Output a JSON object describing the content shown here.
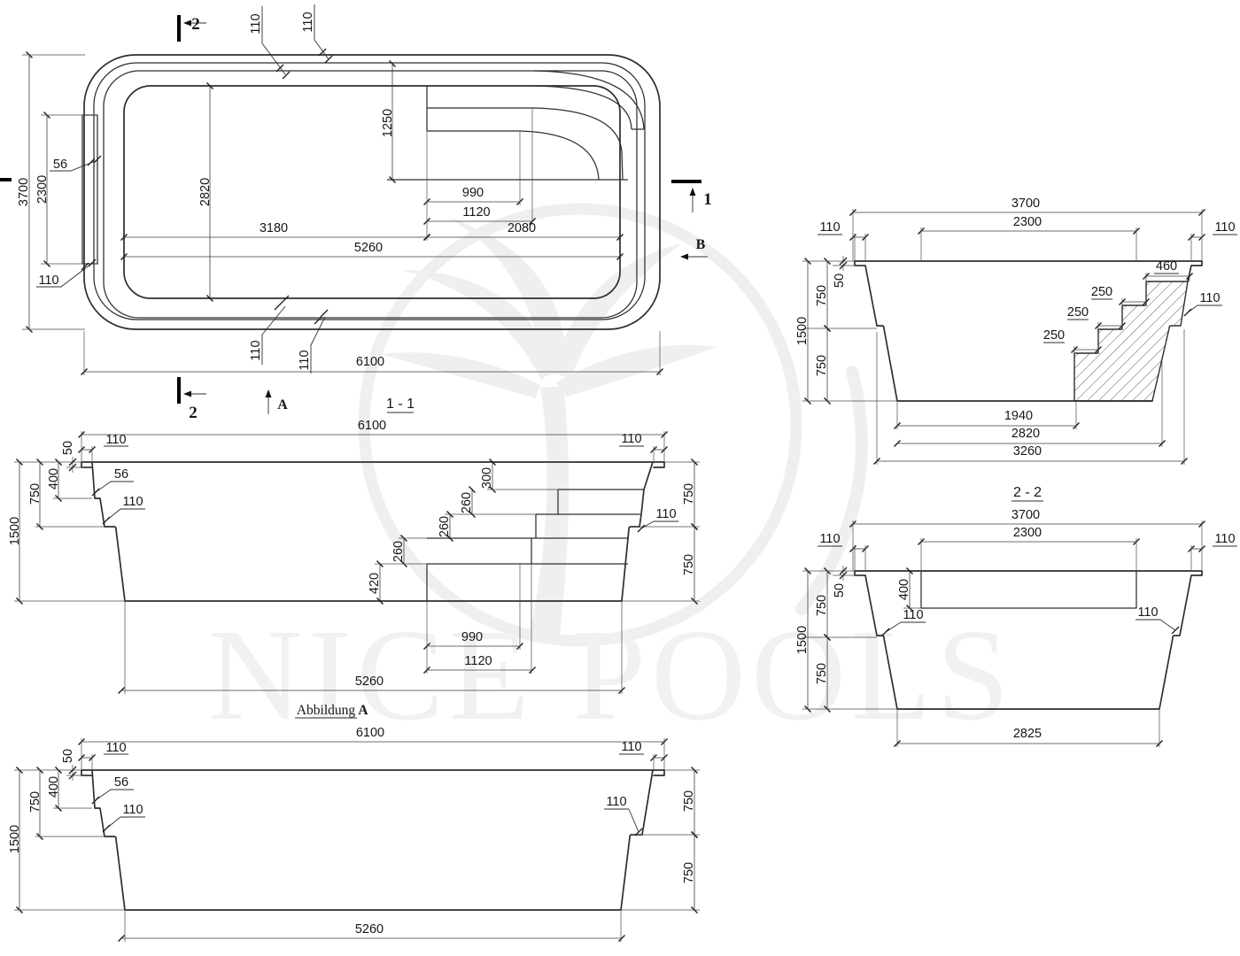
{
  "watermark": {
    "brand": "NICE POOLS"
  },
  "plan": {
    "marker_2": "2",
    "marker_1": "1",
    "dir_a": "A",
    "dir_b": "B",
    "d3700": "3700",
    "d2300": "2300",
    "d56": "56",
    "d110": "110",
    "d2820": "2820",
    "d1250": "1250",
    "d990": "990",
    "d1120": "1120",
    "d3180": "3180",
    "d2080": "2080",
    "d5260": "5260",
    "d6100": "6100"
  },
  "s11": {
    "title": "1 - 1",
    "d6100": "6100",
    "d50": "50",
    "d110": "110",
    "d400": "400",
    "d750": "750",
    "d1500": "1500",
    "d56": "56",
    "d300": "300",
    "d260": "260",
    "d420": "420",
    "d990": "990",
    "d1120": "1120",
    "d5260": "5260"
  },
  "abbA": {
    "title_word": "Abbildung",
    "title_letter": "A",
    "d6100": "6100",
    "d50": "50",
    "d110": "110",
    "d400": "400",
    "d750": "750",
    "d1500": "1500",
    "d56": "56",
    "d5260": "5260"
  },
  "viewB": {
    "d3700": "3700",
    "d2300": "2300",
    "d110": "110",
    "d50": "50",
    "d750": "750",
    "d1500": "1500",
    "d460": "460",
    "d250": "250",
    "d1940": "1940",
    "d2820": "2820",
    "d3260": "3260"
  },
  "s22": {
    "title": "2 - 2",
    "d3700": "3700",
    "d2300": "2300",
    "d110": "110",
    "d50": "50",
    "d400": "400",
    "d750": "750",
    "d1500": "1500",
    "d2825": "2825"
  }
}
